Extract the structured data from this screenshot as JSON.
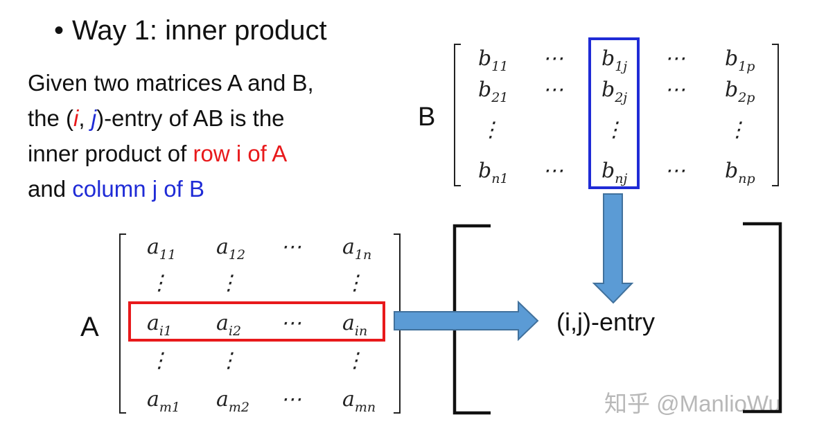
{
  "bullet": {
    "marker": "•",
    "text": "Way 1: inner product"
  },
  "description": {
    "line1": "Given two matrices A and B,",
    "line2_pre": "the (",
    "line2_i": "i",
    "line2_comma": ", ",
    "line2_j": "j",
    "line2_post": ")-entry of AB is the",
    "line3_pre": "inner product of ",
    "line3_row": "row i of A",
    "line4_pre": "and ",
    "line4_col": "column j of B"
  },
  "matrix_B": {
    "label": "B",
    "rows": [
      [
        {
          "b": "b",
          "s": "11"
        },
        {
          "dots": "⋯"
        },
        {
          "b": "b",
          "s": "1j"
        },
        {
          "dots": "⋯"
        },
        {
          "b": "b",
          "s": "1p"
        }
      ],
      [
        {
          "b": "b",
          "s": "21"
        },
        {
          "dots": "⋯"
        },
        {
          "b": "b",
          "s": "2j"
        },
        {
          "dots": "⋯"
        },
        {
          "b": "b",
          "s": "2p"
        }
      ],
      [
        {
          "v": "⋮"
        },
        {},
        {
          "v": "⋮"
        },
        {},
        {
          "v": "⋮"
        }
      ],
      [
        {
          "b": "b",
          "s": "n1"
        },
        {
          "dots": "⋯"
        },
        {
          "b": "b",
          "s": "nj"
        },
        {
          "dots": "⋯"
        },
        {
          "b": "b",
          "s": "np"
        }
      ]
    ]
  },
  "matrix_A": {
    "label": "A",
    "rows": [
      [
        {
          "b": "a",
          "s": "11"
        },
        {
          "b": "a",
          "s": "12"
        },
        {
          "dots": "⋯"
        },
        {
          "b": "a",
          "s": "1n"
        }
      ],
      [
        {
          "v": "⋮"
        },
        {
          "v": "⋮"
        },
        {},
        {
          "v": "⋮"
        }
      ],
      [
        {
          "b": "a",
          "s": "i1"
        },
        {
          "b": "a",
          "s": "i2"
        },
        {
          "dots": "⋯"
        },
        {
          "b": "a",
          "s": "in"
        }
      ],
      [
        {
          "v": "⋮"
        },
        {
          "v": "⋮"
        },
        {},
        {
          "v": "⋮"
        }
      ],
      [
        {
          "b": "a",
          "s": "m1"
        },
        {
          "b": "a",
          "s": "m2"
        },
        {
          "dots": "⋯"
        },
        {
          "b": "a",
          "s": "mn"
        }
      ]
    ]
  },
  "result": {
    "entry_label": "(i,j)-entry"
  },
  "watermark": "知乎 @ManlioWu",
  "colors": {
    "row_highlight": "#e8191b",
    "column_highlight": "#1f2bd6",
    "arrow_fill": "#5b9bd5",
    "arrow_stroke": "#41719c"
  }
}
